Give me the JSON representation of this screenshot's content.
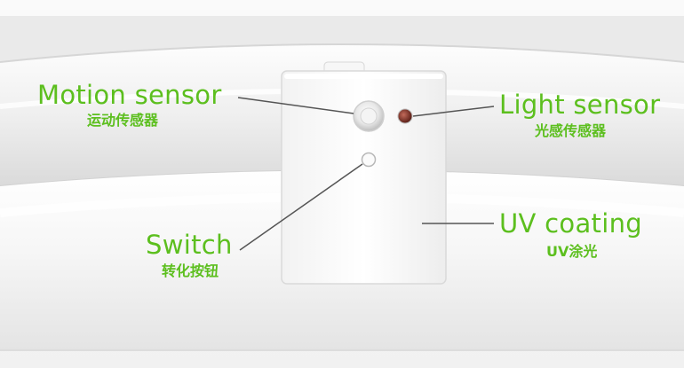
{
  "labels": {
    "motion_sensor": {
      "en": "Motion sensor",
      "zh": "运动传感器"
    },
    "light_sensor": {
      "en": "Light sensor",
      "zh": "光感传感器"
    },
    "switch": {
      "en": "Switch",
      "zh": "转化按钮"
    },
    "uv_coating": {
      "en": "UV coating",
      "zh": "UV涂光"
    }
  },
  "colors": {
    "label_green": "#5cbf1e",
    "leader_line": "#555555",
    "light_sensor_dot": "#8a3a2e"
  }
}
